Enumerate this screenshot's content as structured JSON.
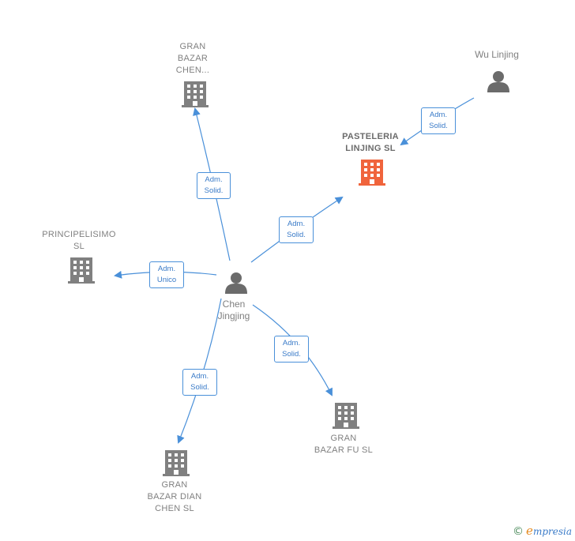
{
  "colors": {
    "edge": "#4a90d9",
    "building": "#808080",
    "building_highlight": "#f0643c",
    "person": "#6b6b6b"
  },
  "nodes": {
    "gran_bazar_chen": {
      "label": "GRAN\nBAZAR\nCHEN...",
      "icon": "building-icon"
    },
    "wu_linjing": {
      "label": "Wu Linjing",
      "icon": "person-icon"
    },
    "pasteleria": {
      "label": "PASTELERIA\nLINJING  SL",
      "icon": "building-icon"
    },
    "principelisimo": {
      "label": "PRINCIPELISIMO\nSL",
      "icon": "building-icon"
    },
    "chen_jingjing": {
      "label": "Chen\nJingjing",
      "icon": "person-icon"
    },
    "gran_bazar_fu": {
      "label": "GRAN\nBAZAR FU SL",
      "icon": "building-icon"
    },
    "gran_bazar_dian": {
      "label": "GRAN\nBAZAR DIAN\nCHEN SL",
      "icon": "building-icon"
    }
  },
  "edges": {
    "to_gran_bazar_chen": {
      "label": "Adm.\nSolid."
    },
    "wu_to_pasteleria": {
      "label": "Adm.\nSolid."
    },
    "to_pasteleria": {
      "label": "Adm.\nSolid."
    },
    "to_principelisimo": {
      "label": "Adm.\nUnico"
    },
    "to_gran_bazar_fu": {
      "label": "Adm.\nSolid."
    },
    "to_gran_bazar_dian": {
      "label": "Adm.\nSolid."
    }
  },
  "footer": {
    "copyright": "©",
    "brand_first": "e",
    "brand_rest": "mpresia"
  }
}
